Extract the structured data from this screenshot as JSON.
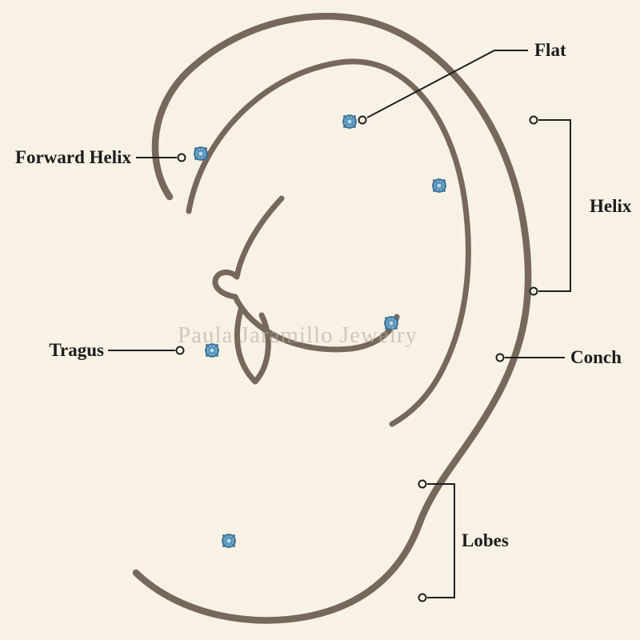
{
  "diagram": {
    "watermark": "Paula Jaramillo Jewelry",
    "labels": {
      "flat": "Flat",
      "forward_helix": "Forward Helix",
      "helix": "Helix",
      "conch": "Conch",
      "tragus": "Tragus",
      "lobes": "Lobes"
    },
    "markers": {
      "gem_icon": "round-blue-gem-stud",
      "endpoint_icon": "small-hollow-circle"
    },
    "colors": {
      "background": "#f8f1e5",
      "ear_outline_brown": "#77685c",
      "leader_line_black": "#1f1f1f",
      "label_text": "#1c1c1c",
      "gem_blue": "#6fa8ca",
      "gem_blue_dark": "#2e6387",
      "gem_blue_light": "#b9dcee",
      "watermark_gray": "#b6ae9f"
    }
  }
}
